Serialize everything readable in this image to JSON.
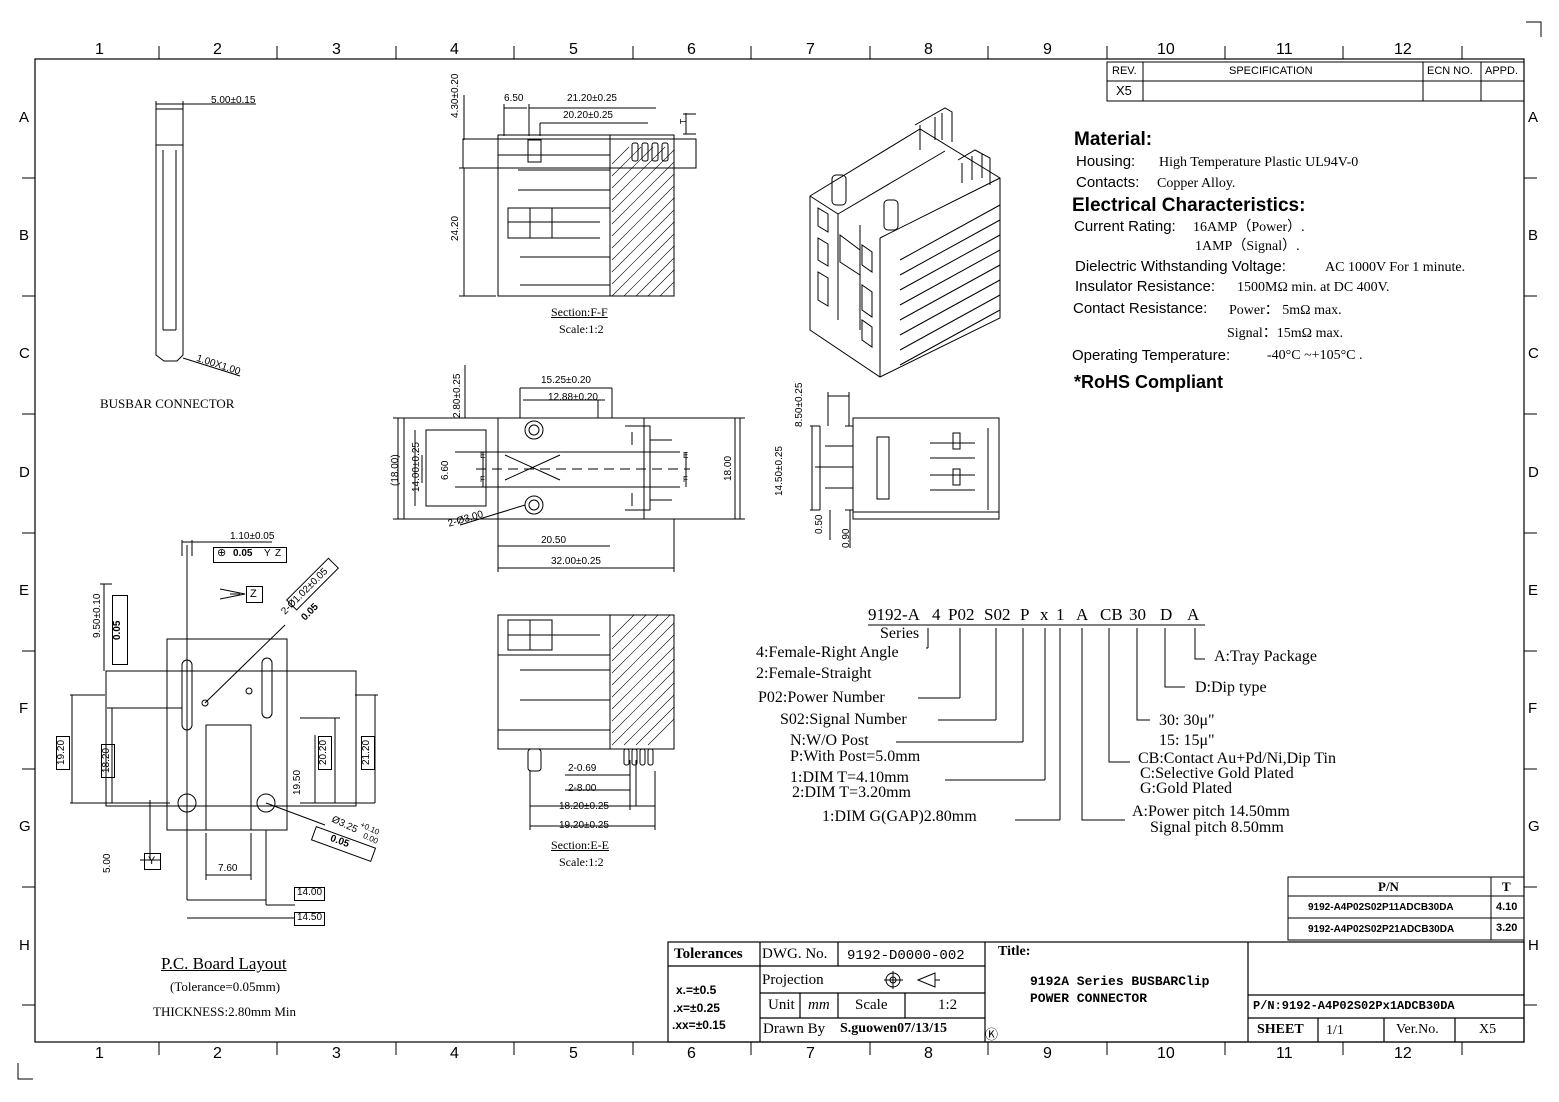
{
  "grid": {
    "cols": [
      "1",
      "2",
      "3",
      "4",
      "5",
      "6",
      "7",
      "8",
      "9",
      "10",
      "11",
      "12"
    ],
    "rows": [
      "A",
      "B",
      "C",
      "D",
      "E",
      "F",
      "G",
      "H"
    ]
  },
  "revision": {
    "headers": [
      "REV.",
      "SPECIFICATION",
      "ECN NO.",
      "APPD."
    ],
    "rev": "X5"
  },
  "material": {
    "heading": "Material:",
    "housing_label": "Housing:",
    "housing_value": "High Temperature Plastic UL94V-0",
    "contacts_label": "Contacts:",
    "contacts_value": "Copper Alloy."
  },
  "electrical": {
    "heading": "Electrical Characteristics:",
    "current_label": "Current Rating:",
    "current_power": "16AMP（Power）.",
    "current_signal": "1AMP（Signal）.",
    "dielectric_label": "Dielectric Withstanding Voltage:",
    "dielectric_value": "AC 1000V For 1 minute.",
    "insulator_label": "Insulator Resistance:",
    "insulator_value": "1500MΩ min. at DC 400V.",
    "contact_label": "Contact Resistance:",
    "contact_power": "Power： 5mΩ max.",
    "contact_signal": "Signal：15mΩ max.",
    "temp_label": "Operating Temperature:",
    "temp_value": "-40°C ~+105°C .",
    "rohs": "*RoHS Compliant"
  },
  "part_code": {
    "segments": [
      "9192-A",
      "4",
      "P02",
      "S02",
      "P",
      "x",
      "1",
      "A",
      "CB",
      "30",
      "D",
      "A"
    ],
    "series": "Series",
    "opt_4a": "4:Female-Right Angle",
    "opt_4b": "2:Female-Straight",
    "opt_p02": "P02:Power Number",
    "opt_s02": "S02:Signal Number",
    "opt_p_a": "N:W/O Post",
    "opt_p_b": "P:With Post=5.0mm",
    "opt_x_a": "1:DIM T=4.10mm",
    "opt_x_b": "2:DIM T=3.20mm",
    "opt_1": "1:DIM G(GAP)2.80mm",
    "opt_a_a": "A:Power pitch 14.50mm",
    "opt_a_b": "Signal pitch 8.50mm",
    "opt_cb_a": "CB:Contact Au+Pd/Ni,Dip Tin",
    "opt_cb_b": "C:Selective Gold Plated",
    "opt_cb_c": "G:Gold Plated",
    "opt_30_a": "30: 30μ\"",
    "opt_30_b": "15: 15μ\"",
    "opt_d": "D:Dip type",
    "opt_a2": "A:Tray Package"
  },
  "pn_table": {
    "headers": [
      "P/N",
      "T"
    ],
    "rows": [
      [
        "9192-A4P02S02P11ADCB30DA",
        "4.10"
      ],
      [
        "9192-A4P02S02P21ADCB30DA",
        "3.20"
      ]
    ]
  },
  "title_block": {
    "tolerances": "Tolerances",
    "tol_1": "x.=±0.5",
    "tol_2": ".x=±0.25",
    "tol_3": ".xx=±0.15",
    "dwg_label": "DWG. No.",
    "dwg_value": "9192-D0000-002",
    "projection": "Projection",
    "unit": "Unit",
    "unit_value": "mm",
    "scale": "Scale",
    "scale_value": "1:2",
    "drawn": "Drawn By",
    "drawn_value": "S.guowen07/13/15",
    "title_label": "Title:",
    "title_1": "9192A Series BUSBARClip",
    "title_2": "POWER CONNECTOR",
    "pn": "P/N:9192-A4P02S02Px1ADCB30DA",
    "sheet": "SHEET",
    "sheet_value": "1/1",
    "ver": "Ver.No.",
    "ver_value": "X5",
    "mark": "Ⓚ"
  },
  "views": {
    "busbar_label": "BUSBAR CONNECTOR",
    "busbar_dim1": "5.00±0.15",
    "busbar_dim2": "1.00X1.00",
    "sec_ff": "Section:F-F",
    "sec_ff_scale": "Scale:1:2",
    "sec_ee": "Section:E-E",
    "sec_ee_scale": "Scale:1:2",
    "pcb_title": "P.C. Board Layout",
    "pcb_tol": "(Tolerance=0.05mm)",
    "pcb_thk": "THICKNESS:2.80mm Min"
  },
  "dims": {
    "ff_a": "6.50",
    "ff_b": "21.20±0.25",
    "ff_c": "20.20±0.25",
    "ff_d": "4.30±0.20",
    "ff_e": "24.20",
    "top_a": "15.25±0.20",
    "top_b": "12.88±0.20",
    "top_c": "2.80±0.25",
    "top_d": "(18.00)",
    "top_e": "14.00±0.25",
    "top_f": "6.60",
    "top_g": "18.00",
    "top_h": "2-Ø3.00",
    "top_i": "20.50",
    "top_j": "32.00±0.25",
    "side_a": "8.50±0.25",
    "side_b": "14.50±0.25",
    "side_c": "0.50",
    "side_d": "0.90",
    "ee_a": "2-0.69",
    "ee_b": "2-8.00",
    "ee_c": "18.20±0.25",
    "ee_d": "19.20±0.25",
    "pcb_a": "1.10±0.05",
    "pcb_b": "0.05",
    "pcb_c": "9.50±0.10",
    "pcb_d": "2-Ø1.02±0.05",
    "pcb_e": "Ø3.25",
    "pcb_f": "+0.10",
    "pcb_g": "0.00",
    "pcb_h": "19.20",
    "pcb_i": "18.20",
    "pcb_j": "20.20",
    "pcb_k": "21.20",
    "pcb_l": "19.50",
    "pcb_m": "7.60",
    "pcb_n": "5.00",
    "pcb_o": "14.00",
    "pcb_p": "14.50",
    "dat_y": "Y",
    "dat_z": "Z",
    "letter_e": "E",
    "letter_f": "F",
    "letter_t": "T"
  }
}
